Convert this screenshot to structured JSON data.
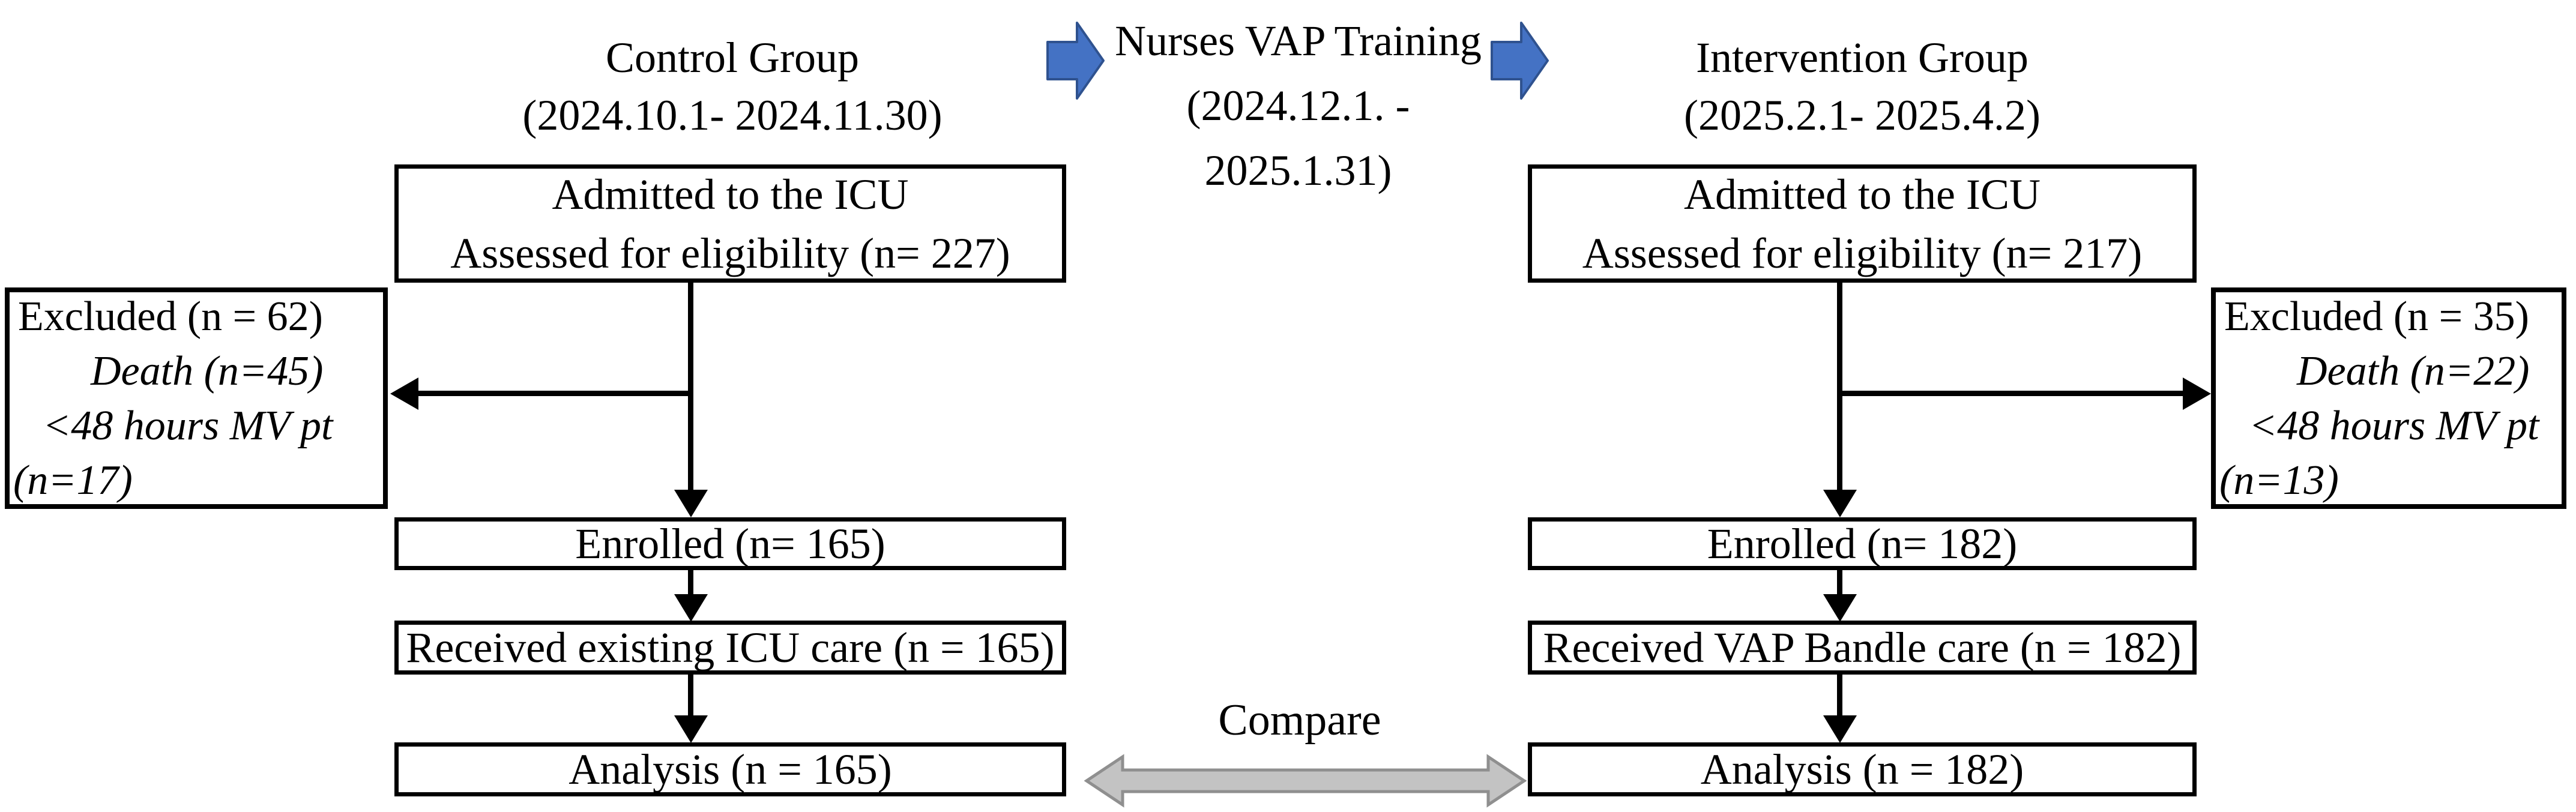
{
  "diagram": {
    "control_header": {
      "title": "Control Group",
      "dates": "(2024.10.1- 2024.11.30)"
    },
    "training_header": {
      "line1": "Nurses VAP Training",
      "line2": "(2024.12.1. -",
      "line3": "2025.1.31)"
    },
    "intervention_header": {
      "title": "Intervention Group",
      "dates": "(2025.2.1- 2025.4.2)"
    },
    "control": {
      "admitted_line1": "Admitted to the ICU",
      "admitted_line2": "Assessed for eligibility (n= 227)",
      "excluded": {
        "line1": "Excluded (n = 62)",
        "line2": "Death (n=45)",
        "line3": "<48 hours MV pt",
        "line4": "(n=17)"
      },
      "enrolled": "Enrolled (n= 165)",
      "received": "Received existing ICU care (n = 165)",
      "analysis": "Analysis (n = 165)"
    },
    "intervention": {
      "admitted_line1": "Admitted to the ICU",
      "admitted_line2": "Assessed for eligibility (n= 217)",
      "excluded": {
        "line1": "Excluded (n = 35)",
        "line2": "Death (n=22)",
        "line3": "<48 hours MV pt",
        "line4": "(n=13)"
      },
      "enrolled": "Enrolled (n= 182)",
      "received": "Received VAP Bandle care (n = 182)",
      "analysis": "Analysis (n = 182)"
    },
    "compare_label": "Compare",
    "colors": {
      "arrow_blue_fill": "#4472C4",
      "arrow_blue_stroke": "#2F528F",
      "arrow_gray_fill": "#C3C3C3",
      "arrow_gray_stroke": "#8F8F8F",
      "line_black": "#000000"
    }
  }
}
